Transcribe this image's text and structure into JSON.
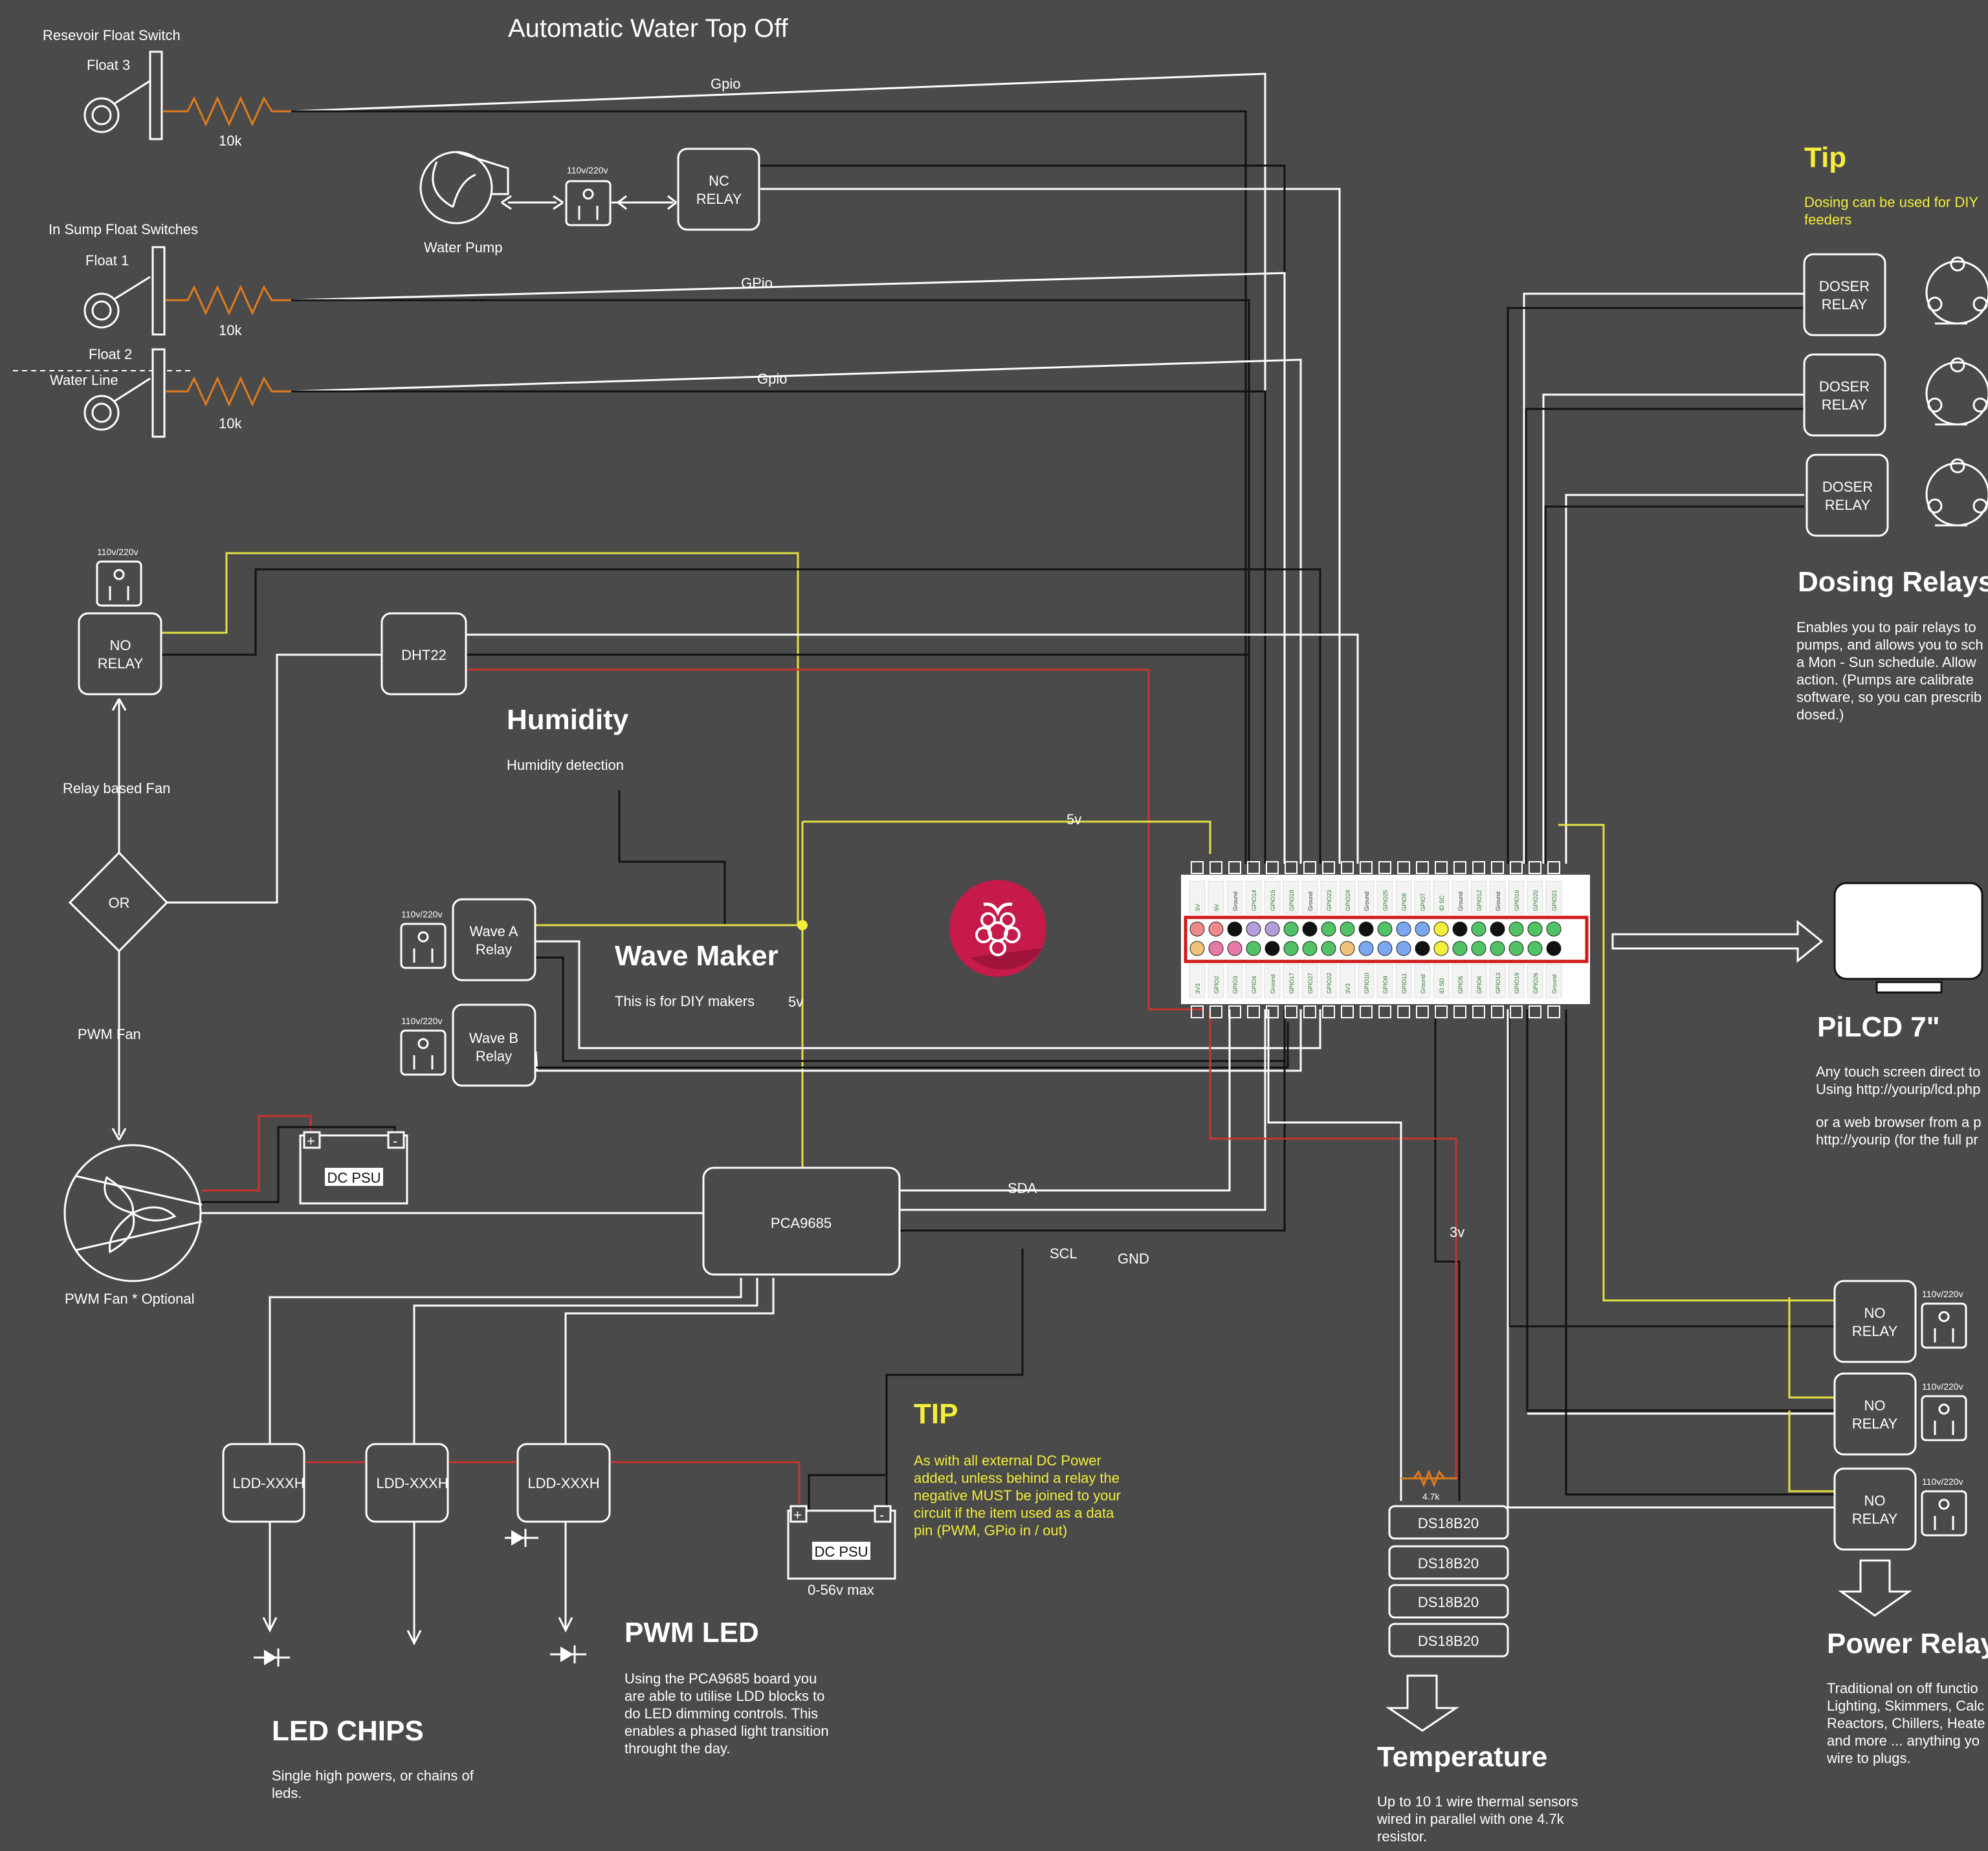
{
  "title": "Automatic Water Top Off",
  "labels": {
    "reservoir": "Resevoir Float Switch",
    "float3": "Float 3",
    "res_10k_1": "10k",
    "gpio_1": "Gpio",
    "pump_voltage": "110v/220v",
    "nc_relay_1": "NC",
    "nc_relay_2": "RELAY",
    "water_pump": "Water Pump",
    "in_sump": "In Sump Float Switches",
    "float1": "Float 1",
    "res_10k_2": "10k",
    "gpio_2": "GPio",
    "float2": "Float 2",
    "water_line": "Water Line",
    "res_10k_3": "10k",
    "gpio_3": "Gpio",
    "fan_plug_voltage": "110v/220v",
    "no_relay_1": "NO",
    "no_relay_2": "RELAY",
    "dht22": "DHT22",
    "humidity_title": "Humidity",
    "humidity_desc": "Humidity detection",
    "relay_fan": "Relay based Fan",
    "or": "OR",
    "five_v_top": "5v",
    "wave_a_voltage": "110v/220v",
    "wave_a_1": "Wave A",
    "wave_a_2": "Relay",
    "wave_b_voltage": "110v/220v",
    "wave_b_1": "Wave B",
    "wave_b_2": "Relay",
    "wave_title": "Wave Maker",
    "wave_desc": "This is for DIY makers",
    "five_v_mid": "5v",
    "pwm_fan_label": "PWM  Fan",
    "dc_psu_1": "DC PSU",
    "pwm_fan_optional": "PWM Fan * Optional",
    "pca": "PCA9685",
    "sda": "SDA",
    "scl": "SCL",
    "gnd": "GND",
    "three_v": "3v",
    "ldd_1": "LDD-XXXH",
    "ldd_2": "LDD-XXXH",
    "ldd_3": "LDD-XXXH",
    "dc_psu_2": "DC PSU",
    "psu_max": "0-56v max",
    "tip_title": "TIP",
    "tip_body": [
      "As with all external DC Power",
      "added, unless behind a relay the",
      "negative MUST be joined to your",
      "circuit if the item used as a data",
      "pin (PWM, GPio in / out)"
    ],
    "pwm_led_title": "PWM LED",
    "pwm_led_body": [
      "Using the PCA9685 board you",
      "are able to utilise LDD blocks to",
      "do LED dimming controls.  This",
      "enables a phased light transition",
      "throught the day."
    ],
    "led_chips_title": "LED CHIPS",
    "led_chips_body": [
      "Single high powers, or chains of",
      "leds."
    ],
    "res_47k": "4.7k",
    "ds18b20": [
      "DS18B20",
      "DS18B20",
      "DS18B20",
      "DS18B20"
    ],
    "temp_title": "Temperature",
    "temp_body": [
      "Up to 10 1 wire thermal sensors",
      "wired in parallel with one 4.7k",
      "resistor."
    ],
    "tip2_title": "Tip",
    "tip2_body": [
      "Dosing can be used for DIY",
      "feeders"
    ],
    "doser_1": "DOSER",
    "doser_2": "RELAY",
    "dosing_title": "Dosing Relays",
    "dosing_body": [
      "Enables you to pair relays to",
      "pumps, and allows you to sch",
      "a Mon - Sun schedule.  Allow",
      "action.  (Pumps are calibrate",
      "software, so you can prescrib",
      "dosed.)"
    ],
    "pilcd_title": "PiLCD 7\"",
    "pilcd_body": [
      "Any touch screen direct to",
      "Using http://yourip/lcd.php",
      "",
      "or a web browser from a p",
      "http://yourip (for the full pr"
    ],
    "power_voltage": "110v/220v",
    "power_title": "Power Relays",
    "power_body": [
      "Traditional on off functio",
      "Lighting, Skimmers, Calc",
      "Reactors, Chillers, Heate",
      "and more ... anything yo",
      "wire to plugs."
    ]
  },
  "gpio_header": {
    "top_row": [
      "5V",
      "5V",
      "Ground",
      "GPIO14",
      "GPIO15",
      "GPIO18",
      "Ground",
      "GPIO23",
      "GPIO24",
      "Ground",
      "GPIO25",
      "GPIO8",
      "GPIO7",
      "ID SC",
      "Ground",
      "GPIO12",
      "Ground",
      "GPIO16",
      "GPIO20",
      "GPIO21"
    ],
    "bottom_row": [
      "3V3",
      "GPIO2",
      "GPIO3",
      "GPIO4",
      "Ground",
      "GPIO17",
      "GPIO27",
      "GPIO22",
      "3V3",
      "GPIO10",
      "GPIO9",
      "GPIO11",
      "Ground",
      "ID SD",
      "GPIO5",
      "GPIO6",
      "GPIO13",
      "GPIO19",
      "GPIO26",
      "Ground"
    ]
  },
  "colors": {
    "wire_white": "#ffffff",
    "wire_black": "#111111",
    "wire_red": "#c8352e",
    "wire_yellow": "#e3e042",
    "resistor": "#e07b1c",
    "note_yellow": "#f2ee3a",
    "raspberry": "#c51a4a"
  }
}
